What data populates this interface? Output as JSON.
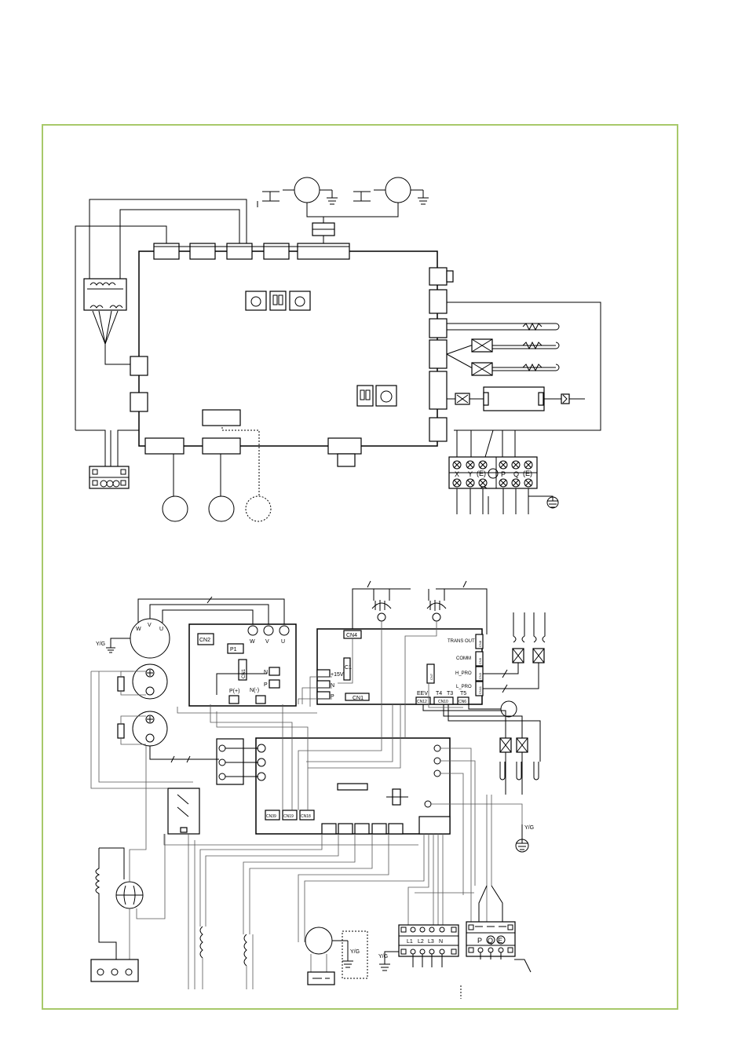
{
  "colors": {
    "frame": "#a8c96a",
    "ink": "#000000",
    "wire": "#555555"
  },
  "top_terminal": {
    "labels": [
      "X",
      "Y",
      "(E)",
      "P",
      "Q",
      "(E)"
    ]
  },
  "inverter": {
    "cn2": "CN2",
    "p1": "P1",
    "cn1_left": "CN1",
    "w": "W",
    "v": "V",
    "u": "U",
    "n": "N",
    "p": "P",
    "p_plus": "P(+)",
    "n_minus": "N(-)"
  },
  "motor": {
    "w": "W",
    "v": "V",
    "u": "U",
    "yg": "Y/G"
  },
  "main_board": {
    "cn4": "CN4",
    "ic1": "IC1",
    "v15": "+15V",
    "n": "N",
    "p": "P",
    "cn1": "CN1",
    "trans_out": "TRANS OUT",
    "comm": "COMM",
    "h_pro": "H_PRO",
    "l_pro": "L_PRO",
    "eev": "EEV",
    "t4": "T4",
    "t3": "T3",
    "t5": "T5",
    "cn12": "CN12",
    "cn10": "CN10",
    "cn6": "CN6",
    "cn7": "CN7",
    "cn8": "CN8",
    "cn9": "CN9",
    "cn3": "CN3",
    "cn11": "CN11"
  },
  "filter_board": {
    "cn39": "CN39",
    "cn19": "CN19",
    "cn18": "CN18"
  },
  "yg_labels": {
    "right": "Y/G",
    "bottom_mid": "Y/G",
    "bottom_left": "Y/G"
  },
  "power_terminal": {
    "labels": [
      "L1",
      "L2",
      "L3",
      "N"
    ]
  },
  "comm_terminal": {
    "labels": [
      "P",
      "Q",
      "E"
    ]
  }
}
